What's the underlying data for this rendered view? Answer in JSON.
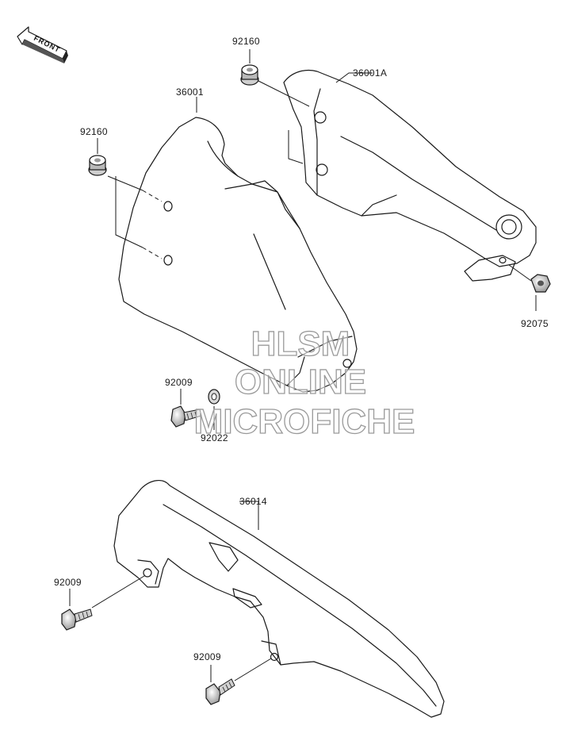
{
  "orientation": {
    "front_label": "FRONT",
    "icon": "front-arrow-icon"
  },
  "parts": {
    "p36001": "36001",
    "p36001A": "36001A",
    "p36014": "36014",
    "p92160_top": "92160",
    "p92160_left": "92160",
    "p92075": "92075",
    "p92009_upper": "92009",
    "p92022": "92022",
    "p92009_lower_left": "92009",
    "p92009_lower_bottom": "92009"
  },
  "watermark": {
    "line1": "HLSM",
    "line2": "ONLINE",
    "line3": "MICROFICHE"
  }
}
